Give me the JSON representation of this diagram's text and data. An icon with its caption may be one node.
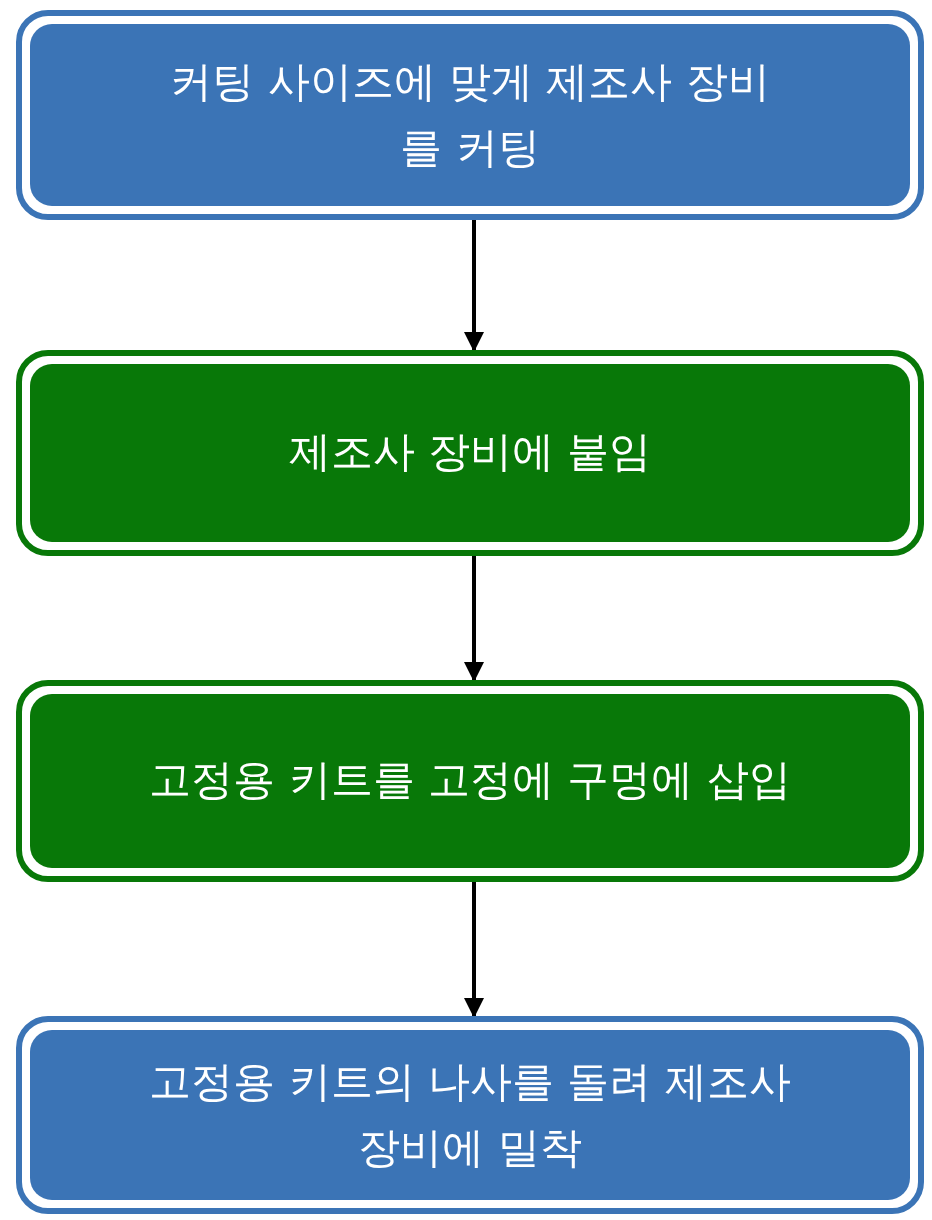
{
  "diagram": {
    "nodes": [
      {
        "text": [
          "커팅 사이즈에 맞게 제조사 장비를 커팅"
        ]
      },
      {
        "text": [
          "제조사 장비에 붙임"
        ]
      },
      {
        "text": [
          "고정용 키트를 고정에 구멍에 삽입"
        ]
      },
      {
        "text": [
          "고정용 키트의 나사를 돌려 제조사 장비에 밀착"
        ]
      }
    ],
    "edges": [
      {
        "from": 0,
        "to": 1,
        "arrow": "to"
      },
      {
        "from": 1,
        "to": 2,
        "arrow": "to"
      },
      {
        "from": 2,
        "to": 3,
        "arrow": "to"
      }
    ]
  }
}
